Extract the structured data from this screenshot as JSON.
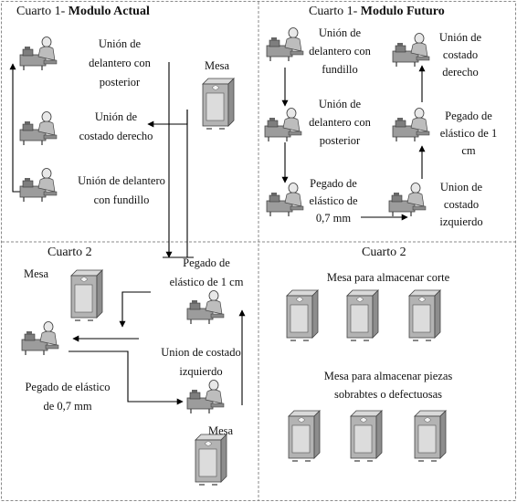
{
  "colors": {
    "grid_line": "#8a8a8a",
    "arrow": "#000000",
    "icon_body": "#a9a9a9",
    "text": "#111111"
  },
  "quadrants": {
    "top_left": {
      "title_prefix": "Cuarto 1- ",
      "title_bold": "Modulo Actual",
      "labels": {
        "union_delantero_posterior": "Unión de\ndelantero con\nposterior",
        "union_costado_derecho": "Unión de\ncostado derecho",
        "union_delantero_fundillo": "Unión de delantero\ncon fundillo",
        "mesa": "Mesa"
      }
    },
    "top_right": {
      "title_prefix": "Cuarto 1- ",
      "title_bold": "Modulo Futuro",
      "labels": {
        "union_delantero_fundillo": "Unión de\ndelantero con\nfundillo",
        "union_delantero_posterior": "Unión de\ndelantero con\nposterior",
        "pegado_elastico_07": "Pegado de\nelástico de\n0,7 mm",
        "union_costado_derecho": "Unión de\ncostado\nderecho",
        "pegado_elastico_1cm": "Pegado de\nelástico de 1\ncm",
        "union_costado_izquierdo": "Union de\ncostado\nizquierdo"
      }
    },
    "bottom_left": {
      "title": "Cuarto 2",
      "labels": {
        "mesa_top": "Mesa",
        "pegado_elastico_1cm": "Pegado de\nelástico de 1 cm",
        "pegado_elastico_07": "Pegado de elástico\nde 0,7 mm",
        "union_costado_izquierdo": "Union de costado\nizquierdo",
        "mesa_bottom": "Mesa"
      }
    },
    "bottom_right": {
      "title": "Cuarto 2",
      "labels": {
        "mesa_corte": "Mesa  para almacenar corte",
        "mesa_piezas": "Mesa  para almacenar piezas\nsobrabtes o defectuosas"
      }
    }
  },
  "icons": {
    "worker": "sewing-workstation-icon",
    "cabinet": "storage-cabinet-icon"
  }
}
